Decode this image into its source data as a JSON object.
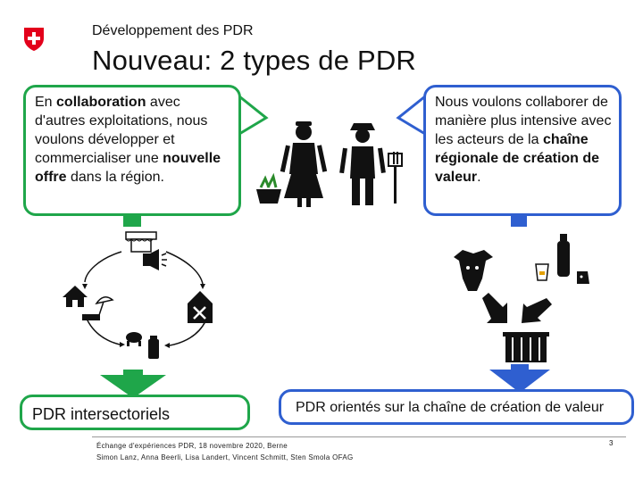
{
  "header": {
    "subtitle": "Développement des PDR",
    "title": "Nouveau: 2 types de PDR"
  },
  "bubble_left": {
    "parts": [
      {
        "t": "En ",
        "b": false
      },
      {
        "t": "collaboration",
        "b": true
      },
      {
        "t": " avec d'autres exploitations, nous voulons développer et commercialiser une ",
        "b": false
      },
      {
        "t": "nouvelle offre",
        "b": true
      },
      {
        "t": " dans la région.",
        "b": false
      }
    ]
  },
  "bubble_right": {
    "parts": [
      {
        "t": "Nous voulons collaborer de manière plus intensive avec les acteurs de la ",
        "b": false
      },
      {
        "t": "chaîne régionale de création de valeur",
        "b": true
      },
      {
        "t": ".",
        "b": false
      }
    ]
  },
  "labels": {
    "left": "PDR intersectoriels",
    "right": "PDR orientés sur la chaîne de création de valeur"
  },
  "footer": {
    "line1": "Échange d'expériences PDR, 18 novembre 2020, Berne",
    "line2": "Simon Lanz, Anna Beerli, Lisa Landert, Vincent Schmitt, Sten Smola OFAG",
    "page": "3"
  },
  "colors": {
    "green": "#1fa64a",
    "blue": "#2f5fd0",
    "swiss_red": "#e3001b",
    "arrow_dark": "#222222"
  },
  "icons": [
    "swiss-cross-logo-icon",
    "farmer-woman-icon",
    "farmer-man-icon",
    "pitchfork-icon",
    "vegetable-basket-icon",
    "market-stall-icon",
    "megaphone-icon",
    "farmhouse-icon",
    "parasol-icon",
    "restaurant-icon",
    "cow-milk-icon",
    "cow-head-icon",
    "milk-bottle-icon",
    "yogurt-icon",
    "cheese-icon",
    "cheese-vat-icon"
  ]
}
